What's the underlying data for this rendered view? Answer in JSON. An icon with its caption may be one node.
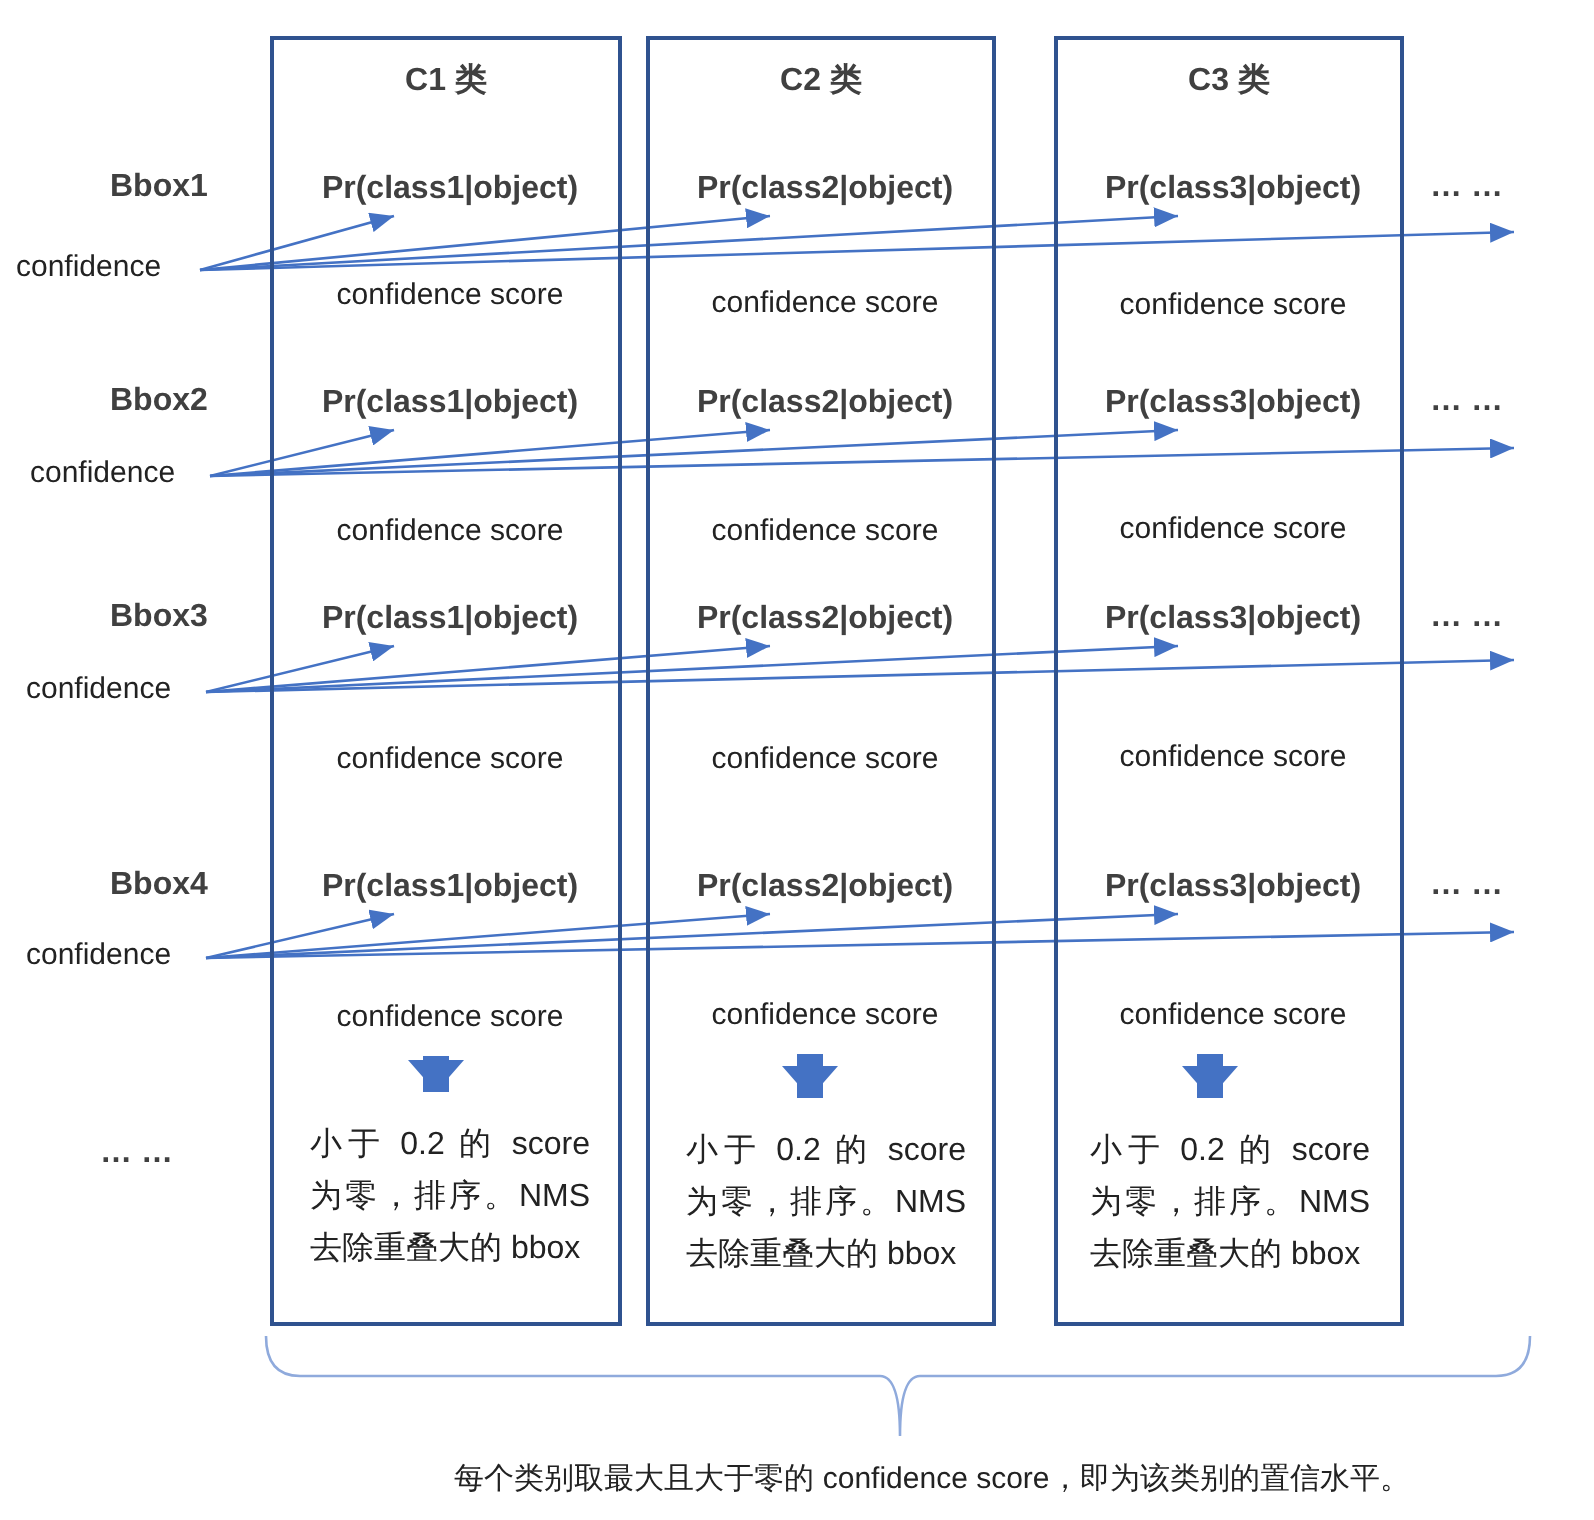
{
  "diagram": {
    "caption": "每个类别取最大且大于零的 confidence score，即为该类别的置信水平。",
    "nodes": [
      {
        "text": [
          "C1 类"
        ]
      },
      {
        "text": [
          "Pr(class1|object)"
        ],
        "in": 0
      },
      {
        "text": [
          "Pr(class1|object)"
        ],
        "in": 0
      },
      {
        "text": [
          "Pr(class1|object)"
        ],
        "in": 0
      },
      {
        "text": [
          "Pr(class1|object)"
        ],
        "in": 0
      },
      {
        "text": [
          "confidence score"
        ],
        "in": 0
      },
      {
        "text": [
          "confidence score"
        ],
        "in": 0
      },
      {
        "text": [
          "confidence score"
        ],
        "in": 0
      },
      {
        "text": [
          "confidence score"
        ],
        "in": 0
      },
      {
        "text": [
          "小于 0.2 的 score 为零，排序。NMS 去除重叠大的 bbox"
        ],
        "in": 0
      },
      {
        "text": [
          "C2 类"
        ]
      },
      {
        "text": [
          "Pr(class2|object)"
        ],
        "in": 10
      },
      {
        "text": [
          "Pr(class2|object)"
        ],
        "in": 10
      },
      {
        "text": [
          "Pr(class2|object)"
        ],
        "in": 10
      },
      {
        "text": [
          "Pr(class2|object)"
        ],
        "in": 10
      },
      {
        "text": [
          "confidence score"
        ],
        "in": 10
      },
      {
        "text": [
          "confidence score"
        ],
        "in": 10
      },
      {
        "text": [
          "confidence score"
        ],
        "in": 10
      },
      {
        "text": [
          "confidence score"
        ],
        "in": 10
      },
      {
        "text": [
          "小于 0.2 的 score 为零，排序。NMS 去除重叠大的 bbox"
        ],
        "in": 10
      },
      {
        "text": [
          "C3 类"
        ]
      },
      {
        "text": [
          "Pr(class3|object)"
        ],
        "in": 20
      },
      {
        "text": [
          "Pr(class3|object)"
        ],
        "in": 20
      },
      {
        "text": [
          "Pr(class3|object)"
        ],
        "in": 20
      },
      {
        "text": [
          "Pr(class3|object)"
        ],
        "in": 20
      },
      {
        "text": [
          "confidence score"
        ],
        "in": 20
      },
      {
        "text": [
          "confidence score"
        ],
        "in": 20
      },
      {
        "text": [
          "confidence score"
        ],
        "in": 20
      },
      {
        "text": [
          "confidence score"
        ],
        "in": 20
      },
      {
        "text": [
          "小于 0.2 的 score 为零，排序。NMS 去除重叠大的 bbox"
        ],
        "in": 20
      },
      {
        "text": [
          "confidence"
        ]
      },
      {
        "text": [
          "confidence"
        ]
      },
      {
        "text": [
          "confidence"
        ]
      },
      {
        "text": [
          "confidence"
        ]
      }
    ],
    "edges": [
      {
        "from": 30,
        "to": 1,
        "arrow": "to"
      },
      {
        "from": 30,
        "to": 11,
        "arrow": "to"
      },
      {
        "from": 30,
        "to": 21,
        "arrow": "to"
      },
      {
        "from": 30,
        "to": null,
        "arrow": "to"
      },
      {
        "from": 31,
        "to": 2,
        "arrow": "to"
      },
      {
        "from": 31,
        "to": 12,
        "arrow": "to"
      },
      {
        "from": 31,
        "to": 22,
        "arrow": "to"
      },
      {
        "from": 31,
        "to": null,
        "arrow": "to"
      },
      {
        "from": 32,
        "to": 3,
        "arrow": "to"
      },
      {
        "from": 32,
        "to": 13,
        "arrow": "to"
      },
      {
        "from": 32,
        "to": 23,
        "arrow": "to"
      },
      {
        "from": 32,
        "to": null,
        "arrow": "to"
      },
      {
        "from": 33,
        "to": 4,
        "arrow": "to"
      },
      {
        "from": 33,
        "to": 14,
        "arrow": "to"
      },
      {
        "from": 33,
        "to": 24,
        "arrow": "to"
      },
      {
        "from": 33,
        "to": null,
        "arrow": "to"
      },
      {
        "from": 8,
        "to": 9,
        "arrow": "to",
        "style": "thick"
      },
      {
        "from": 18,
        "to": 19,
        "arrow": "to",
        "style": "thick"
      },
      {
        "from": 28,
        "to": 29,
        "arrow": "to",
        "style": "thick"
      }
    ],
    "labels": [
      "Bbox1",
      "… …",
      "Bbox2",
      "… …",
      "Bbox3",
      "… …",
      "Bbox4",
      "… …",
      "… …"
    ]
  }
}
